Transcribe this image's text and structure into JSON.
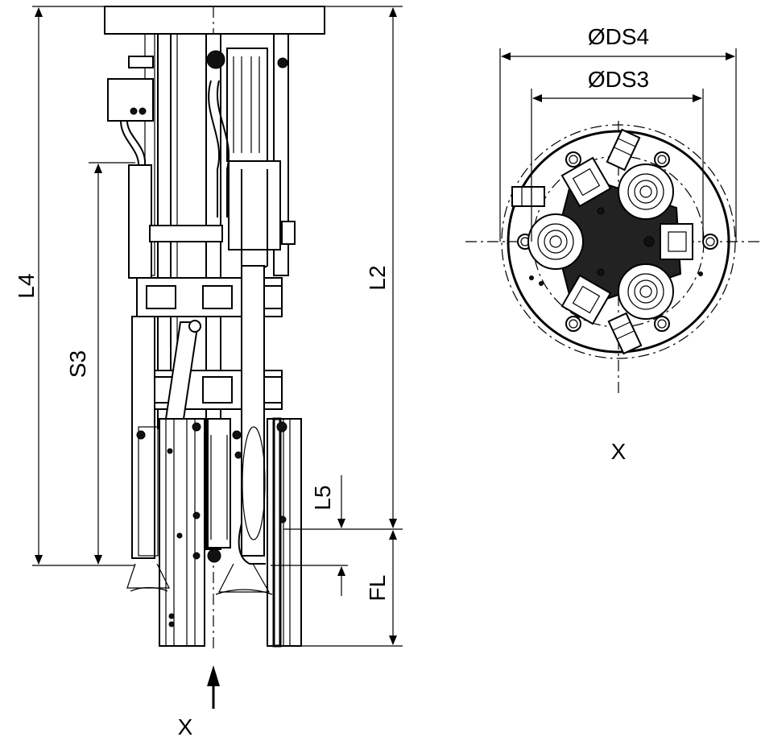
{
  "labels": {
    "l4": "L4",
    "s3": "S3",
    "l2": "L2",
    "l5": "L5",
    "fl": "FL",
    "ds4": "ØDS4",
    "ds3": "ØDS3",
    "view_x": "X",
    "arrow_x": "X"
  }
}
